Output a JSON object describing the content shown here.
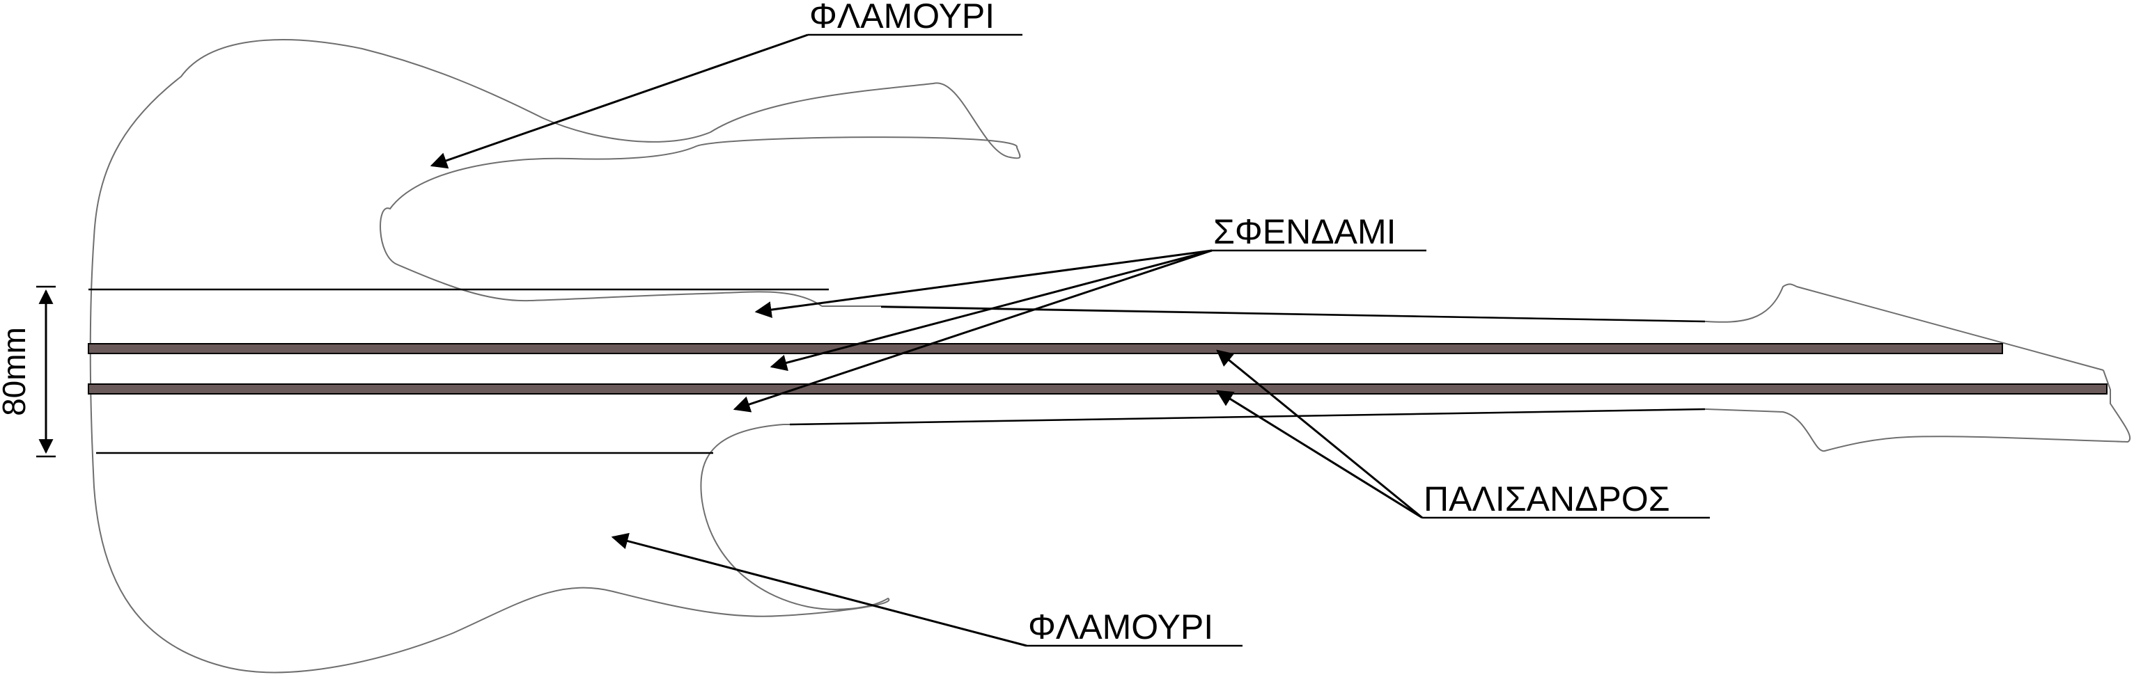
{
  "labels": {
    "body_top": "ΦΛΑΜΟΥΡΙ",
    "neck_core": "ΣΦΕΝΔΑΜΙ",
    "fingerboard_strips": "ΠΑΛΙΣΑΝΔΡΟΣ",
    "body_bottom": "ΦΛΑΜΟΥΡΙ"
  },
  "dimension": {
    "text": "80mm"
  },
  "colors": {
    "strip_fill": "#6b5a5a",
    "outline": "#6e6e6e",
    "ink": "#000000"
  }
}
